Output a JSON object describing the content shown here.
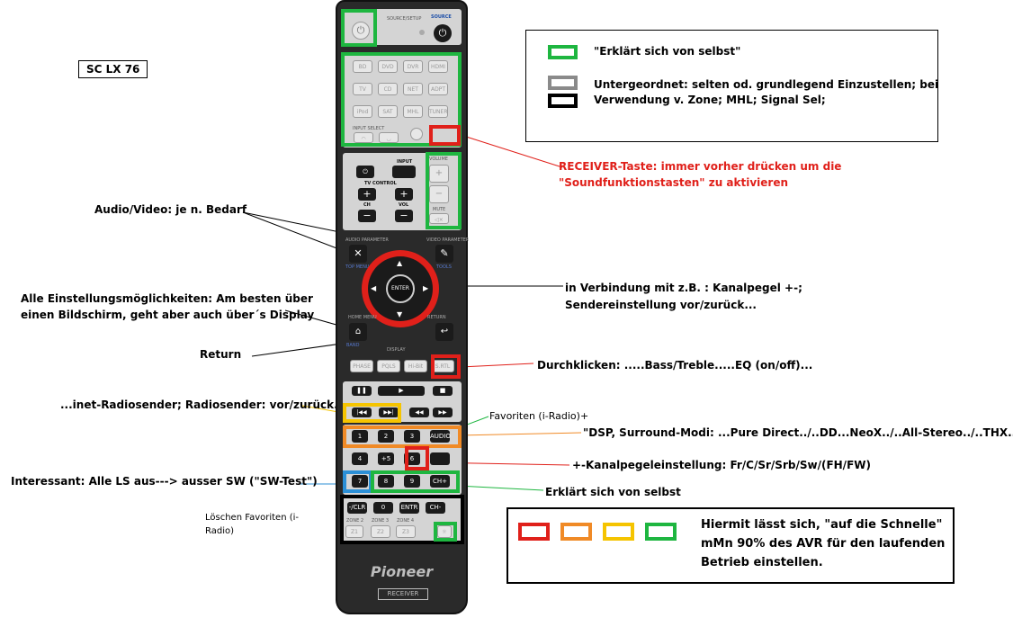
{
  "model_label": "SC LX 76",
  "legend_top": {
    "green_text": "\"Erklärt sich von selbst\"",
    "grey_black_text_line1": "Untergeordnet: selten od. grundlegend Einzustellen; bei",
    "grey_black_text_line2": "Verwendung v. Zone; MHL; Signal Sel;"
  },
  "legend_bottom": {
    "line1": "Hiermit lässt sich, \"auf die Schnelle\"",
    "line2": "mMn 90% des AVR für den laufenden",
    "line3": "Betrieb einstellen."
  },
  "annotations": {
    "receiver_line1": "RECEIVER-Taste: immer vorher drücken um die",
    "receiver_line2": "\"Soundfunktionstasten\" zu aktivieren",
    "audio_video": "Audio/Video: je n. Bedarf",
    "alle_line1": "Alle Einstellungsmöglichkeiten: Am besten über",
    "alle_line2": "einen Bildschirm, geht aber auch über´s Display",
    "return": "Return",
    "verbindung_line1": "in Verbindung mit z.B. : Kanalpegel +-;",
    "verbindung_line2": "Sendereinstellung vor/zurück...",
    "durchklicken": "Durchklicken: .....Bass/Treble.....EQ (on/off)...",
    "inet": "...inet-Radiosender; Radiosender: vor/zurück...",
    "favoriten": "Favoriten (i-Radio)+",
    "dsp": "\"DSP, Surround-Modi: ...Pure Direct../..DD...NeoX../..All-Stereo../..THX..",
    "kanalpegel": "+-Kanalpegeleinstellung: Fr/C/Sr/Srb/Sw/(FH/FW)",
    "interessant": "Interessant: Alle LS aus---> ausser SW (\"SW-Test\")",
    "erklaert": "Erklärt sich von selbst",
    "loeschen_line1": "Löschen Favoriten (i-",
    "loeschen_line2": "Radio)"
  },
  "remote": {
    "brand": "Pioneer",
    "receiver_label": "RECEIVER",
    "source_label": "SOURCE",
    "input_buttons": [
      "BD",
      "DVD",
      "DVR",
      "HDMI",
      "TV",
      "CD",
      "NET",
      "ADPT",
      "iPod",
      "SAT",
      "MHL",
      "TUNER"
    ],
    "input_label": "INPUT",
    "tv_control_label": "TV CONTROL",
    "ch_label": "CH",
    "vol_label": "VOL",
    "volume_label": "VOLUME",
    "mute_label": "MUTE",
    "enter_label": "ENTER",
    "sound_buttons": [
      "PHASE",
      "PQLS",
      "Hi-Bit",
      "S.RTL"
    ],
    "digit_rows": [
      [
        "1",
        "2",
        "3",
        "AUDIO"
      ],
      [
        "4",
        "+5",
        "6",
        ""
      ],
      [
        "7",
        "8",
        "9",
        "CH+"
      ]
    ],
    "bottom_row": [
      "-/CLR",
      "0",
      "ENTR",
      "CH-"
    ],
    "zone_labels": [
      "ZONE 2",
      "ZONE 3",
      "ZONE 4"
    ]
  },
  "colors": {
    "green": "#1eb640",
    "grey": "#8a8a8a",
    "black": "#000000",
    "red": "#e0201a",
    "orange": "#f08a26",
    "yellow": "#f5c400",
    "blue": "#2b8fd6"
  }
}
